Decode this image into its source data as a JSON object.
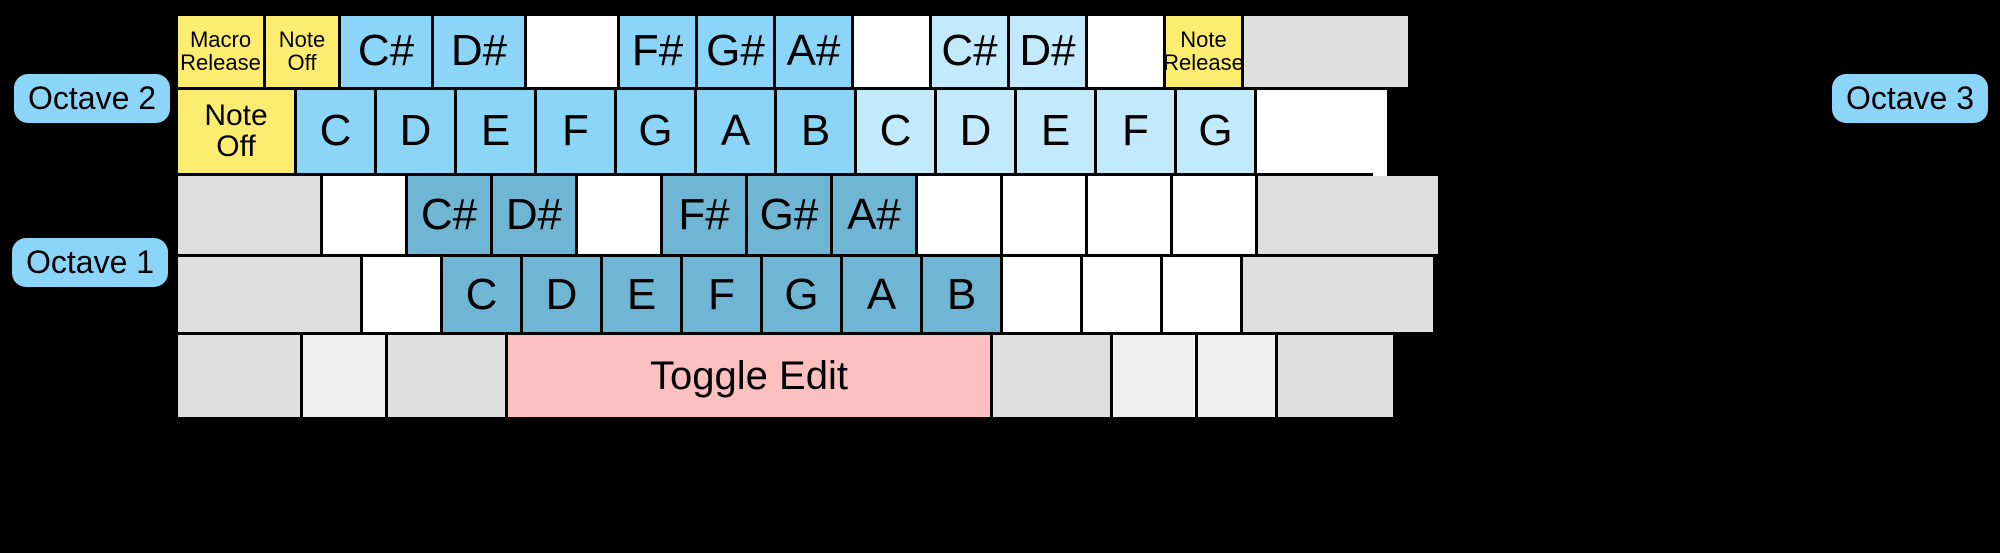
{
  "background_color": "#000000",
  "palette": {
    "yellow": "#FCED71",
    "blue": "#8BD6F8",
    "light_blue": "#C3EAFC",
    "dark_blue": "#6FB5D4",
    "white": "#FFFFFF",
    "gray": "#DFDFDF",
    "light_gray": "#EFEFEF",
    "pink": "#FCC0C0",
    "border": "#000000"
  },
  "labels": {
    "octave_2": "Octave 2",
    "octave_3": "Octave 3",
    "octave_1": "Octave 1"
  },
  "rows": [
    {
      "name": "row-1-upper-sharps",
      "cells": [
        {
          "text": "Macro\nRelease",
          "color": "yellow",
          "size": "small"
        },
        {
          "text": "Note\nOff",
          "color": "yellow",
          "size": "small"
        },
        {
          "text": "C#",
          "color": "blue",
          "size": "sharp"
        },
        {
          "text": "D#",
          "color": "blue",
          "size": "sharp"
        },
        {
          "text": "",
          "color": "white",
          "size": "sharp"
        },
        {
          "text": "F#",
          "color": "blue",
          "size": "sharp"
        },
        {
          "text": "G#",
          "color": "blue",
          "size": "sharp"
        },
        {
          "text": "A#",
          "color": "blue",
          "size": "sharp"
        },
        {
          "text": "",
          "color": "white",
          "size": "sharp"
        },
        {
          "text": "C#",
          "color": "light_blue",
          "size": "sharp"
        },
        {
          "text": "D#",
          "color": "light_blue",
          "size": "sharp"
        },
        {
          "text": "",
          "color": "white",
          "size": "sharp"
        },
        {
          "text": "Note\nRelease",
          "color": "yellow",
          "size": "small"
        },
        {
          "text": "",
          "color": "gray",
          "size": "sharp"
        }
      ]
    },
    {
      "name": "row-2-octave2-naturals",
      "cells": [
        {
          "text": "Note\nOff",
          "color": "yellow",
          "size": "med"
        },
        {
          "text": "C",
          "color": "blue",
          "size": "note"
        },
        {
          "text": "D",
          "color": "blue",
          "size": "note"
        },
        {
          "text": "E",
          "color": "blue",
          "size": "note"
        },
        {
          "text": "F",
          "color": "blue",
          "size": "note"
        },
        {
          "text": "G",
          "color": "blue",
          "size": "note"
        },
        {
          "text": "A",
          "color": "blue",
          "size": "note"
        },
        {
          "text": "B",
          "color": "blue",
          "size": "note"
        },
        {
          "text": "C",
          "color": "light_blue",
          "size": "note"
        },
        {
          "text": "D",
          "color": "light_blue",
          "size": "note"
        },
        {
          "text": "E",
          "color": "light_blue",
          "size": "note"
        },
        {
          "text": "F",
          "color": "light_blue",
          "size": "note"
        },
        {
          "text": "G",
          "color": "light_blue",
          "size": "note"
        },
        {
          "text": "",
          "color": "white",
          "size": "note"
        }
      ]
    },
    {
      "name": "row-3-octave1-sharps",
      "cells": [
        {
          "text": "",
          "color": "gray",
          "size": "sharp"
        },
        {
          "text": "",
          "color": "white",
          "size": "sharp"
        },
        {
          "text": "C#",
          "color": "dark_blue",
          "size": "sharp"
        },
        {
          "text": "D#",
          "color": "dark_blue",
          "size": "sharp"
        },
        {
          "text": "",
          "color": "white",
          "size": "sharp"
        },
        {
          "text": "F#",
          "color": "dark_blue",
          "size": "sharp"
        },
        {
          "text": "G#",
          "color": "dark_blue",
          "size": "sharp"
        },
        {
          "text": "A#",
          "color": "dark_blue",
          "size": "sharp"
        },
        {
          "text": "",
          "color": "white",
          "size": "sharp"
        },
        {
          "text": "",
          "color": "white",
          "size": "sharp"
        },
        {
          "text": "",
          "color": "white",
          "size": "sharp"
        },
        {
          "text": "",
          "color": "white",
          "size": "sharp"
        },
        {
          "text": "",
          "color": "gray",
          "size": "sharp"
        }
      ]
    },
    {
      "name": "row-4-octave1-naturals",
      "cells": [
        {
          "text": "",
          "color": "gray",
          "size": "note"
        },
        {
          "text": "",
          "color": "white",
          "size": "note"
        },
        {
          "text": "C",
          "color": "dark_blue",
          "size": "note"
        },
        {
          "text": "D",
          "color": "dark_blue",
          "size": "note"
        },
        {
          "text": "E",
          "color": "dark_blue",
          "size": "note"
        },
        {
          "text": "F",
          "color": "dark_blue",
          "size": "note"
        },
        {
          "text": "G",
          "color": "dark_blue",
          "size": "note"
        },
        {
          "text": "A",
          "color": "dark_blue",
          "size": "note"
        },
        {
          "text": "B",
          "color": "dark_blue",
          "size": "note"
        },
        {
          "text": "",
          "color": "white",
          "size": "note"
        },
        {
          "text": "",
          "color": "white",
          "size": "note"
        },
        {
          "text": "",
          "color": "white",
          "size": "note"
        },
        {
          "text": "",
          "color": "gray",
          "size": "note"
        }
      ]
    },
    {
      "name": "row-5-bottom-controls",
      "cells": [
        {
          "text": "",
          "color": "gray",
          "size": "toggle"
        },
        {
          "text": "",
          "color": "light_gray",
          "size": "toggle"
        },
        {
          "text": "",
          "color": "gray",
          "size": "toggle"
        },
        {
          "text": "Toggle Edit",
          "color": "pink",
          "size": "toggle"
        },
        {
          "text": "",
          "color": "gray",
          "size": "toggle"
        },
        {
          "text": "",
          "color": "light_gray",
          "size": "toggle"
        },
        {
          "text": "",
          "color": "light_gray",
          "size": "toggle"
        },
        {
          "text": "",
          "color": "gray",
          "size": "toggle"
        }
      ]
    }
  ]
}
